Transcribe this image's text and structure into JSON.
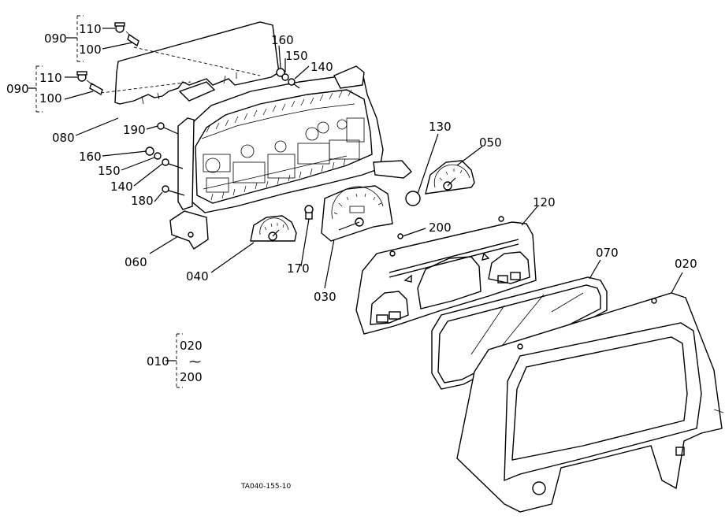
{
  "labels": {
    "l010": "010",
    "l020": "020",
    "l020b": "020",
    "l030": "030",
    "l040": "040",
    "l050": "050",
    "l060": "060",
    "l070": "070",
    "l080": "080",
    "l090a": "090",
    "l090b": "090",
    "l100a": "100",
    "l100b": "100",
    "l110a": "110",
    "l110b": "110",
    "l120": "120",
    "l130": "130",
    "l140a": "140",
    "l140b": "140",
    "l150a": "150",
    "l150b": "150",
    "l160a": "160",
    "l160b": "160",
    "l170": "170",
    "l180": "180",
    "l190": "190",
    "l200": "200",
    "l200b": "200",
    "tilde": "⁓"
  },
  "figure_code": "TA040-155-10"
}
